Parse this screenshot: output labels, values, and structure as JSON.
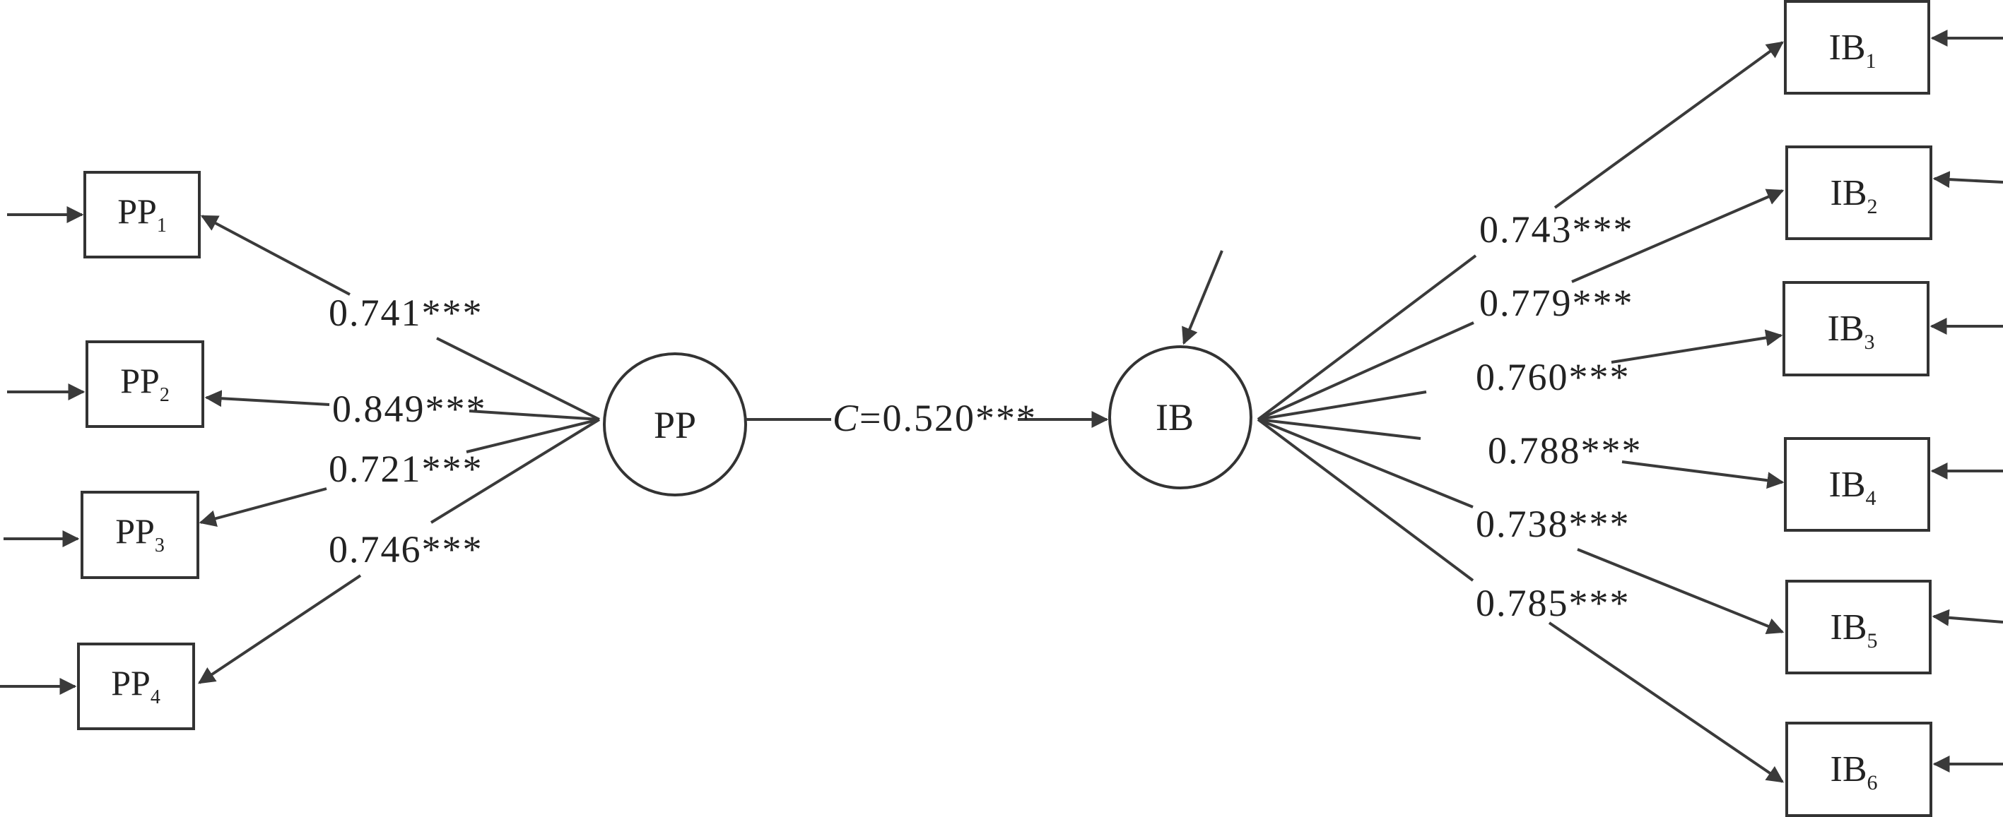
{
  "latent": {
    "pp": {
      "label": "PP"
    },
    "ib": {
      "label": "IB"
    }
  },
  "structural_path": {
    "symbol": "C",
    "value": "=0.520***"
  },
  "pp_indicators": [
    {
      "base": "PP",
      "sub": "1",
      "loading": "0.741***"
    },
    {
      "base": "PP",
      "sub": "2",
      "loading": "0.849***"
    },
    {
      "base": "PP",
      "sub": "3",
      "loading": "0.721***"
    },
    {
      "base": "PP",
      "sub": "4",
      "loading": "0.746***"
    }
  ],
  "ib_indicators": [
    {
      "base": "IB",
      "sub": "1",
      "loading": "0.743***"
    },
    {
      "base": "IB",
      "sub": "2",
      "loading": "0.779***"
    },
    {
      "base": "IB",
      "sub": "3",
      "loading": "0.760***"
    },
    {
      "base": "IB",
      "sub": "4",
      "loading": "0.788***"
    },
    {
      "base": "IB",
      "sub": "5",
      "loading": "0.738***"
    },
    {
      "base": "IB",
      "sub": "6",
      "loading": "0.785***"
    }
  ],
  "colors": {
    "line": "#3a3a3a",
    "text": "#222222"
  }
}
